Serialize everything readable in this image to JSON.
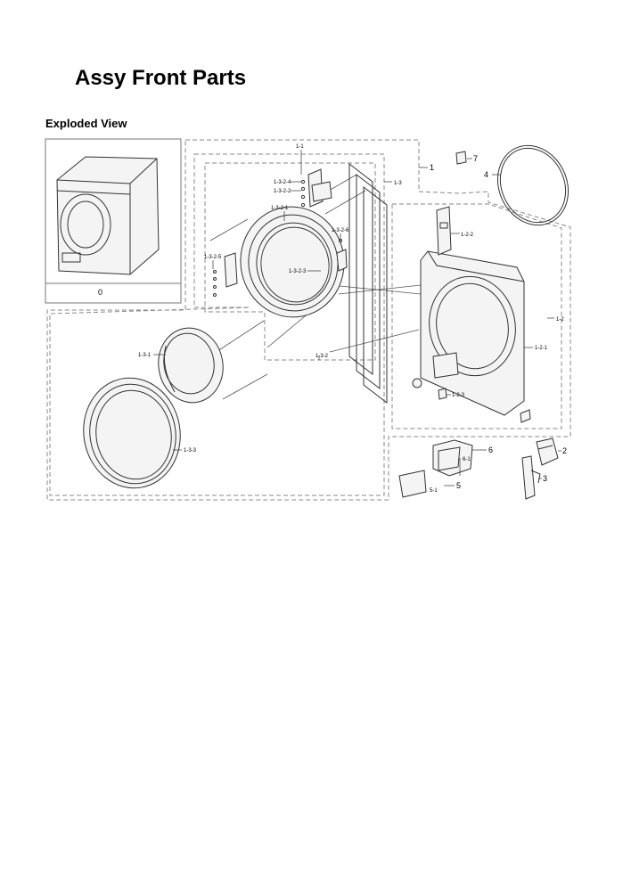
{
  "header": {
    "title": "Assy Front Parts",
    "section": "Exploded View"
  },
  "labels": {
    "thumb": "0",
    "p1": "1",
    "p1_1": "1-1",
    "p1_2": "1-2",
    "p1_2_1": "1-2-1",
    "p1_2_2": "1-2-2",
    "p1_2_3": "1-2-3",
    "p1_3": "1-3",
    "p1_3_1": "1-3-1",
    "p1_3_2": "1-3-2",
    "p1_3_2_1": "1-3-2-1",
    "p1_3_2_2": "1-3-2-2",
    "p1_3_2_3": "1-3-2-3",
    "p1_3_2_4": "1-3-2-4",
    "p1_3_2_5": "1-3-2-5",
    "p1_3_2_6": "1-3-2-6",
    "p1_3_3": "1-3-3",
    "p2": "2",
    "p3": "3",
    "p4": "4",
    "p5": "5",
    "p5_1": "5-1",
    "p6": "6",
    "p6_1": "6-1",
    "p7": "7"
  }
}
